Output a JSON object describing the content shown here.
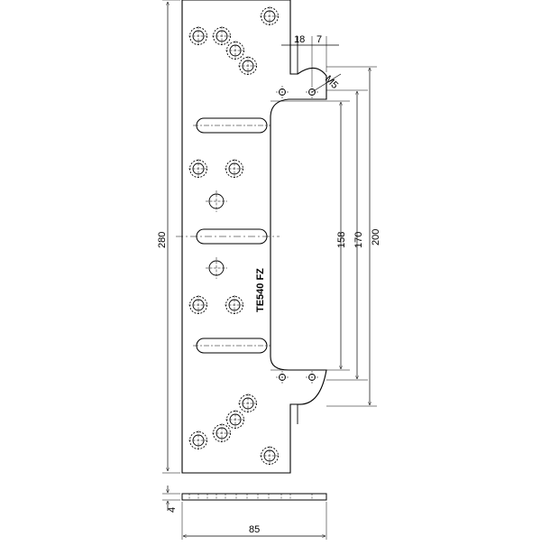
{
  "drawing": {
    "part_label": "TE540 FZ",
    "thread_label": "M5",
    "dimensions": {
      "overall_height": "280",
      "slot_offset": "18",
      "edge_offset": "7",
      "span_200": "200",
      "span_170": "170",
      "span_158": "158",
      "thickness": "4",
      "overall_width": "85"
    }
  }
}
